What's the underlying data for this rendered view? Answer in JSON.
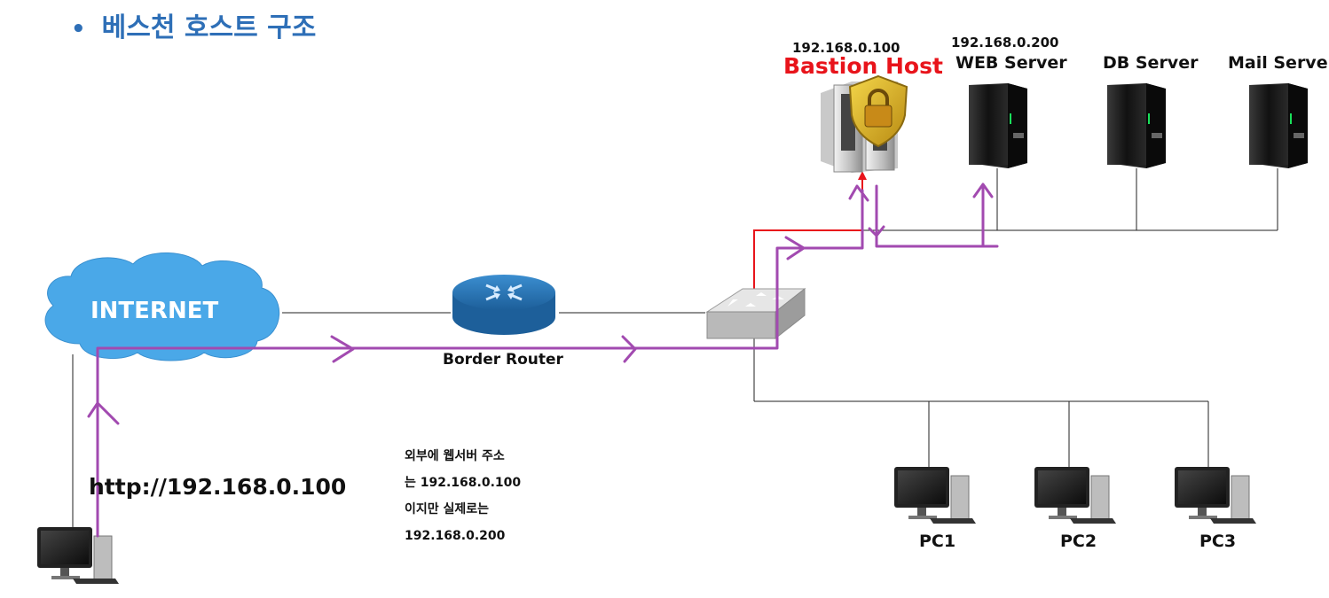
{
  "title": "베스천 호스트 구조",
  "internet_label": "INTERNET",
  "router_label": "Border Router",
  "url_text": "http://192.168.0.100",
  "note_lines": [
    "외부에 웹서버 주소",
    "는 192.168.0.100",
    "이지만 실제로는",
    "192.168.0.200"
  ],
  "servers": [
    {
      "name": "Bastion Host",
      "ip": "192.168.0.100",
      "color": "#e8141b"
    },
    {
      "name": "WEB Server",
      "ip": "192.168.0.200"
    },
    {
      "name": "DB Server"
    },
    {
      "name": "Mail Server"
    }
  ],
  "pcs": [
    "PC1",
    "PC2",
    "PC3"
  ],
  "colors": {
    "title": "#2e6fb7",
    "flow_path": "#a24ab0",
    "bastion_link": "#e8141b",
    "cloud": "#4aa8e8",
    "network_line": "#222222"
  },
  "icons": [
    "bullet-icon",
    "cloud-icon",
    "router-icon",
    "switch-icon",
    "server-icon",
    "shield-lock-icon",
    "desktop-pc-icon"
  ]
}
